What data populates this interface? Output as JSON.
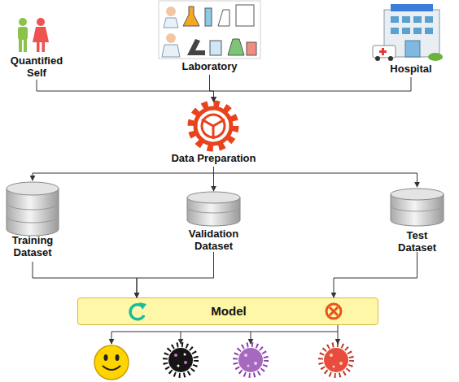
{
  "diagram": {
    "nodes": [
      {
        "text": [
          "Quantified Self"
        ]
      },
      {
        "text": [
          "Laboratory"
        ]
      },
      {
        "text": [
          "Hospital"
        ]
      },
      {
        "text": [
          "Data Preparation"
        ]
      },
      {
        "text": [
          "Training Dataset"
        ]
      },
      {
        "text": [
          "Validation Dataset"
        ]
      },
      {
        "text": [
          "Test Dataset"
        ]
      },
      {
        "text": [
          "Model"
        ]
      }
    ],
    "edges": [
      {
        "from": 0,
        "to": 3,
        "arrow": "to"
      },
      {
        "from": 1,
        "to": 3,
        "arrow": "to"
      },
      {
        "from": 2,
        "to": 3,
        "arrow": "to"
      },
      {
        "from": 3,
        "to": 4,
        "arrow": "to"
      },
      {
        "from": 3,
        "to": 5,
        "arrow": "to"
      },
      {
        "from": 3,
        "to": 6,
        "arrow": "to"
      },
      {
        "from": 4,
        "to": 7,
        "arrow": "to"
      },
      {
        "from": 5,
        "to": 7,
        "arrow": "to"
      },
      {
        "from": 6,
        "to": 7,
        "arrow": "to"
      }
    ]
  }
}
